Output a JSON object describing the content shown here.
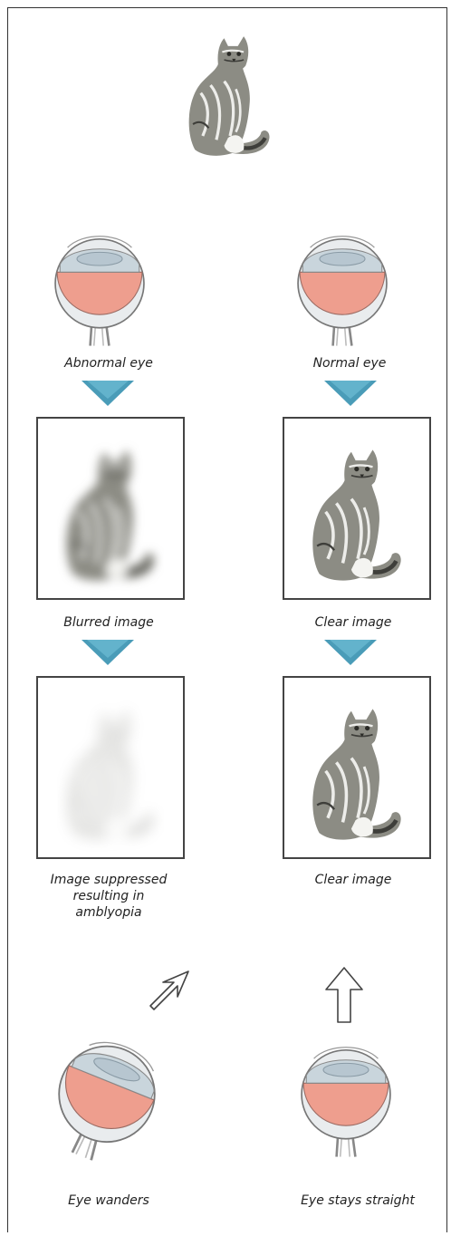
{
  "captions": {
    "abnormal_eye": "Abnormal eye",
    "normal_eye": "Normal eye",
    "blurred_image": "Blurred image",
    "clear_image_1": "Clear image",
    "suppressed_line1": "Image suppressed",
    "suppressed_line2": "resulting in",
    "suppressed_line3": "amblyopia",
    "clear_image_2": "Clear image",
    "eye_wanders": "Eye wanders",
    "eye_stays_straight": "Eye stays straight"
  },
  "colors": {
    "eye_fill": "#EE9E8E",
    "lens_fill": "#B7C6D0",
    "arrow_fill": "#4A9CB8",
    "cat_body": "#8C8C84",
    "cat_stripe": "#EDEDEA",
    "cat_dark": "#3E3E3A"
  },
  "icons": [
    "cat-image",
    "eyeball-icon",
    "down-arrow-icon",
    "outline-arrow-icon"
  ]
}
